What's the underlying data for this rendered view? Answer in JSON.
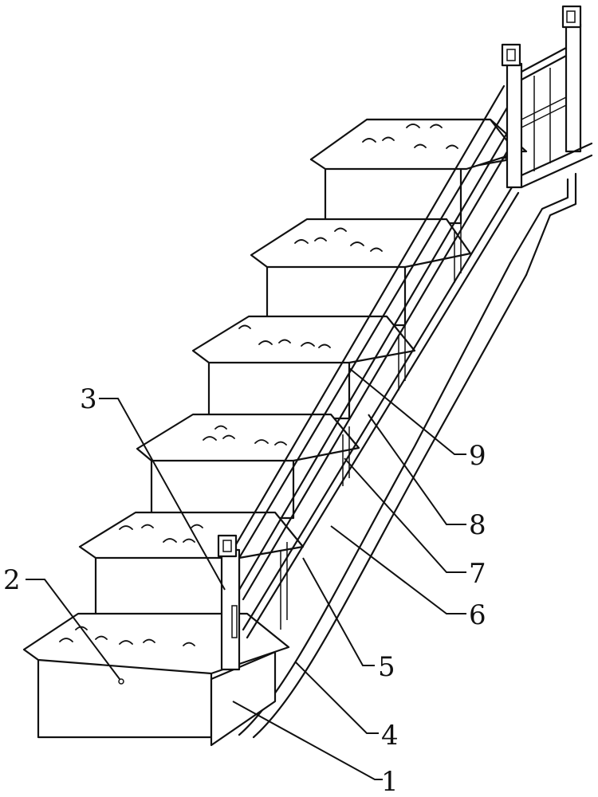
{
  "labels": {
    "l1": "1",
    "l2": "2",
    "l3": "3",
    "l4": "4",
    "l5": "5",
    "l6": "6",
    "l7": "7",
    "l8": "8",
    "l9": "9"
  },
  "colors": {
    "ink": "#111111",
    "paper": "#ffffff"
  }
}
